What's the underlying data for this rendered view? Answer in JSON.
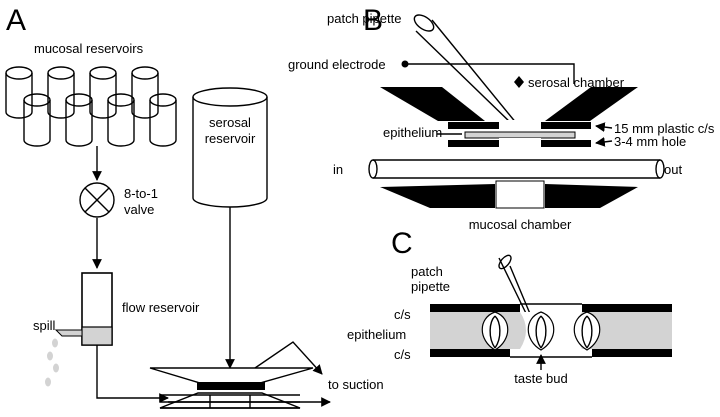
{
  "panels": {
    "a": {
      "letter": "A",
      "mucosal_reservoirs": "mucosal reservoirs",
      "valve_line1": "8-to-1",
      "valve_line2": "valve",
      "serosal_line1": "serosal",
      "serosal_line2": "reservoir",
      "flow_reservoir": "flow reservoir",
      "spill": "spill",
      "to_suction": "to suction"
    },
    "b": {
      "letter": "B",
      "patch_pipette": "patch pipette",
      "ground_electrode": "ground electrode",
      "serosal_chamber": "serosal chamber",
      "epithelium": "epithelium",
      "cs_label": "15 mm plastic c/s",
      "hole_label": "3-4 mm hole",
      "in": "in",
      "out": "out",
      "mucosal_chamber": "mucosal chamber"
    },
    "c": {
      "letter": "C",
      "patch_line1": "patch",
      "patch_line2": "pipette",
      "cs_top": "c/s",
      "epithelium": "epithelium",
      "cs_bottom": "c/s",
      "taste_bud": "taste bud"
    }
  },
  "colors": {
    "ink": "#000000",
    "fluid": "#d3d3d3",
    "paper": "#ffffff"
  }
}
